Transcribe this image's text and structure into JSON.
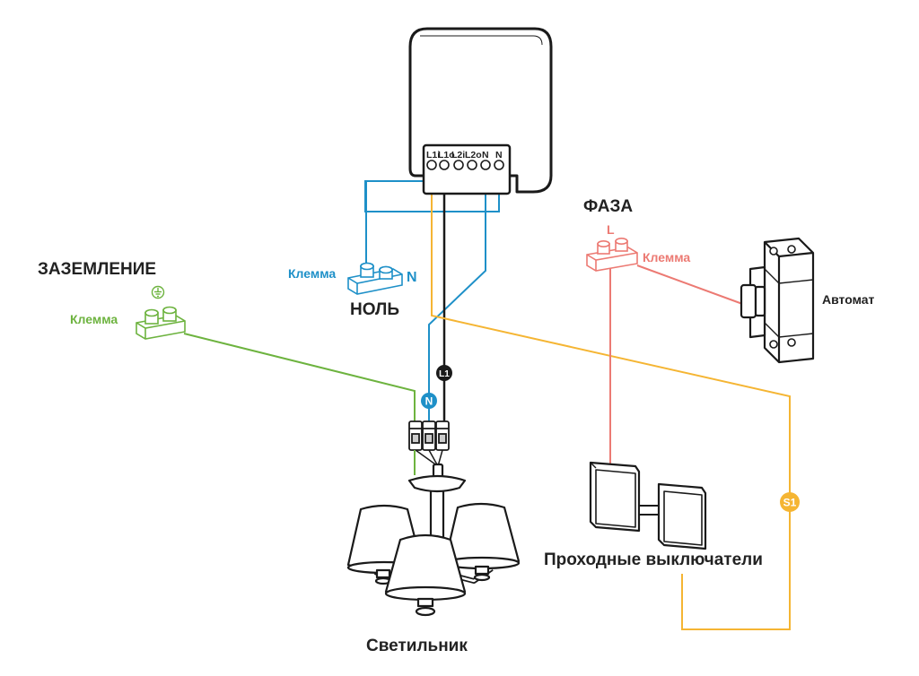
{
  "device": {
    "terminals": [
      "L1i",
      "L1o",
      "L2i",
      "L2o",
      "N",
      "N"
    ]
  },
  "labels": {
    "ground_title": "ЗАЗЕМЛЕНИЕ",
    "ground_clamp": "Клемма",
    "neutral_clamp": "Клемма",
    "neutral_letter": "N",
    "neutral_title": "НОЛЬ",
    "phase_title": "ФАЗА",
    "phase_letter": "L",
    "phase_clamp": "Клемма",
    "breaker": "Автомат",
    "switches": "Проходные выключатели",
    "lamp": "Светильник"
  },
  "badges": {
    "l1": "L1",
    "n": "N",
    "s1": "S1"
  },
  "colors": {
    "neutral": "#1e90c8",
    "ground": "#6db33f",
    "phase": "#ec7a73",
    "switched": "#f5b533",
    "line": "#1a1a1a"
  }
}
